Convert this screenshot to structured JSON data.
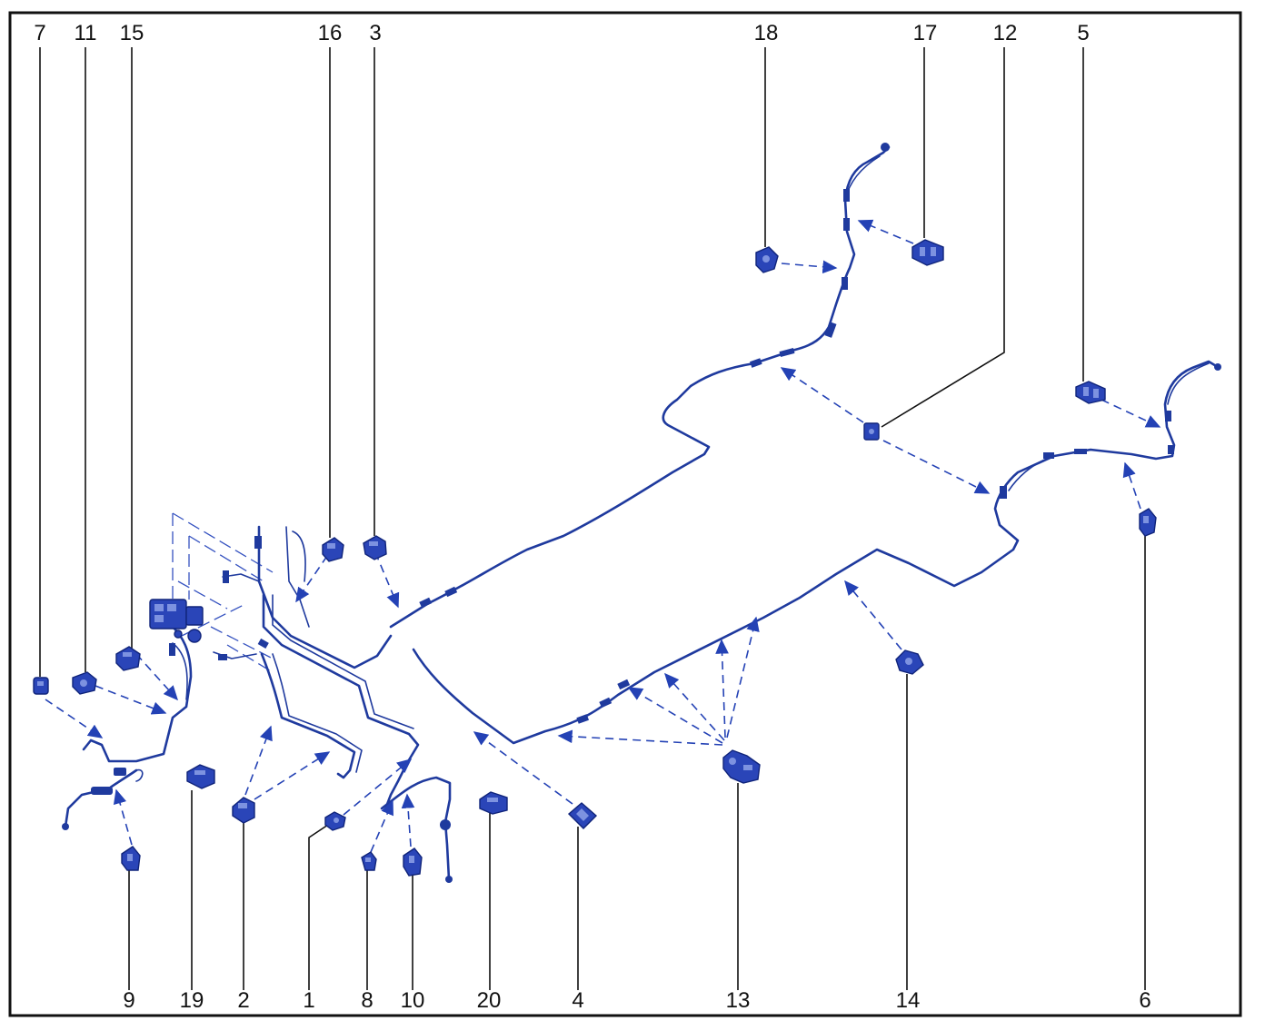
{
  "diagram": {
    "colors": {
      "frame": "#111111",
      "parts": "#2a45b8",
      "pipes": "#1f3a9e",
      "labels": "#111111"
    },
    "callouts_top": [
      "7",
      "11",
      "15",
      "16",
      "3",
      "18",
      "17",
      "12",
      "5"
    ],
    "callouts_bottom": [
      "9",
      "19",
      "2",
      "1",
      "8",
      "10",
      "20",
      "4",
      "13",
      "14",
      "6"
    ],
    "callouts_mid": [
      "12",
      "1"
    ]
  }
}
